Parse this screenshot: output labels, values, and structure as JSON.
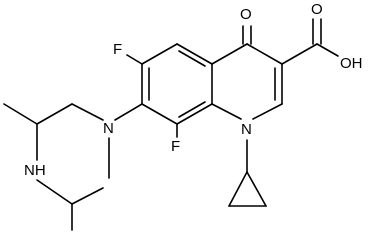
{
  "molecule": {
    "labels": {
      "fluorine_top": "F",
      "fluorine_bottom": "F",
      "oxygen_ketone": "O",
      "oxygen_acid": "O",
      "hydroxyl": "OH",
      "ring_nitrogen": "N",
      "piperazine_nitrogen": "N",
      "amine": "NH"
    },
    "colors": {
      "bond": "#000000",
      "text": "#000000",
      "background": "#ffffff"
    }
  }
}
